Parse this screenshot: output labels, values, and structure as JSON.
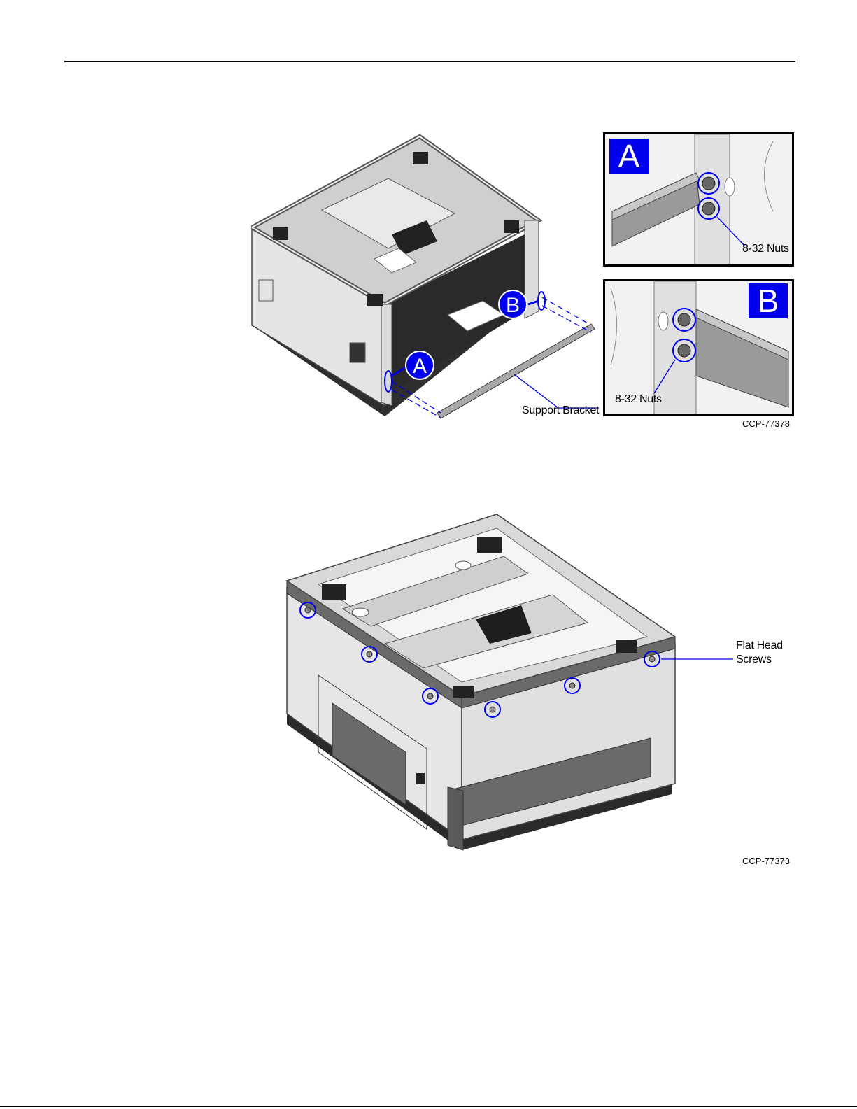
{
  "figure1": {
    "callout_support_bracket": "Support Bracket",
    "inset_a_letter": "A",
    "inset_a_label": "8-32 Nuts",
    "inset_b_letter": "B",
    "inset_b_label": "8-32 Nuts",
    "bubble_a": "A",
    "bubble_b": "B",
    "figure_id": "CCP-77378"
  },
  "figure2": {
    "callout_line1": "Flat Head",
    "callout_line2": "Screws",
    "figure_id": "CCP-77373"
  },
  "colors": {
    "accent_blue": "#0000ee",
    "metal_light": "#e6e6e6",
    "metal_mid": "#bdbdbd",
    "metal_dark": "#3a3a3a"
  }
}
